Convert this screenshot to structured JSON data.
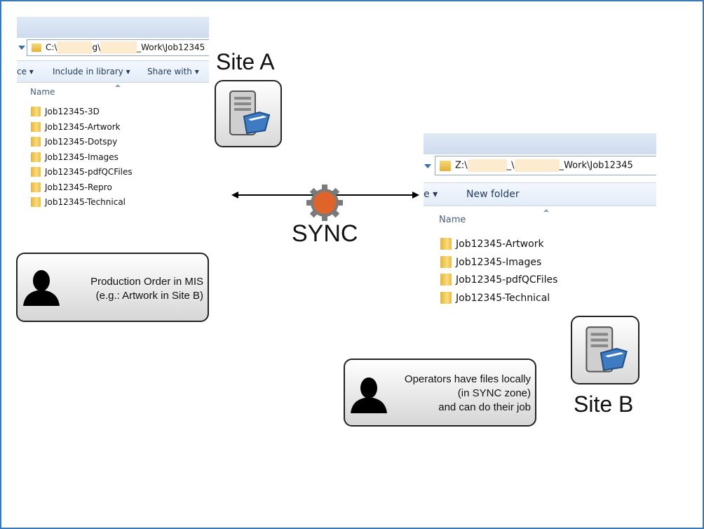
{
  "site_a": {
    "label": "Site A",
    "explorer": {
      "address_prefix": "C:\\",
      "address_mid": "g\\",
      "address_suffix": "_Work\\Job12345",
      "toolbar": {
        "truncated_item": "ce ▾",
        "include_in_library": "Include in library ▾",
        "share_with": "Share with ▾"
      },
      "column_header": "Name",
      "folders": [
        "Job12345-3D",
        "Job12345-Artwork",
        "Job12345-Dotspy",
        "Job12345-Images",
        "Job12345-pdfQCFiles",
        "Job12345-Repro",
        "Job12345-Technical"
      ]
    },
    "info": [
      "Production Order in MIS",
      "(e.g.: Artwork in Site B)"
    ]
  },
  "site_b": {
    "label": "Site B",
    "explorer": {
      "address_prefix": "Z:\\",
      "address_mid": "_\\",
      "address_suffix": "_Work\\Job12345",
      "toolbar": {
        "truncated_item": "e ▾",
        "new_folder": "New folder"
      },
      "column_header": "Name",
      "folders": [
        "Job12345-Artwork",
        "Job12345-Images",
        "Job12345-pdfQCFiles",
        "Job12345-Technical"
      ]
    },
    "info": [
      "Operators have files locally",
      "(in SYNC zone)",
      "and can do their job"
    ]
  },
  "sync": {
    "label": "SYNC",
    "gear_color": "#e0632a",
    "gear_rim_color": "#7a7a7a"
  },
  "icons": {
    "server": "server-icon",
    "person": "person-icon",
    "gear": "gear-icon",
    "folder": "folder-icon"
  }
}
